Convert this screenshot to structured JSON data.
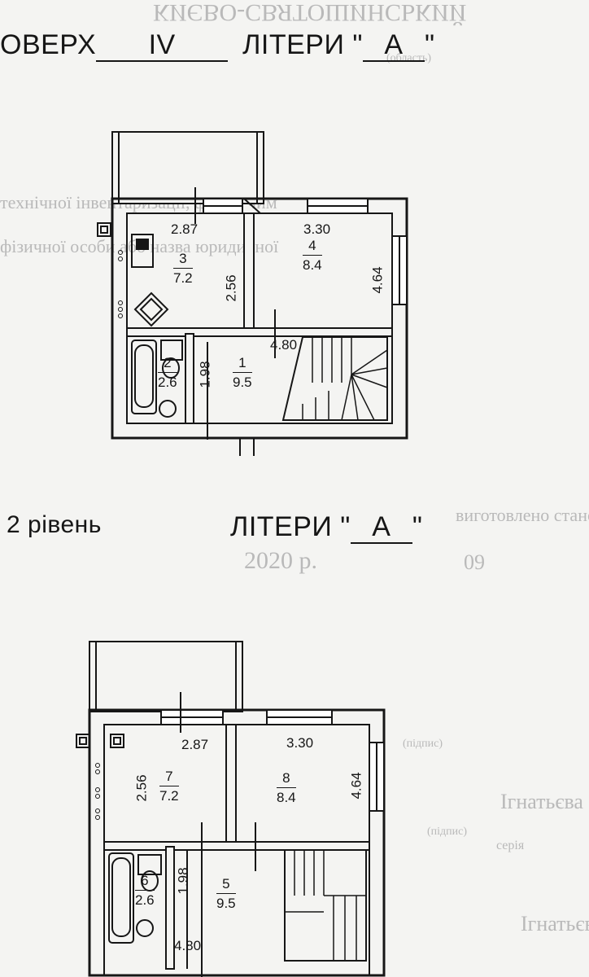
{
  "background": {
    "top_ghost": "КИЄВО-СВЯТОШИНСЬКИЙ",
    "top_ghost_sub": "(область)",
    "line1": "технічної інвентаризації, форма чим",
    "line2": "фізичної особи або назва юридичної",
    "made_label": "виготовлено станом",
    "date_day": "09",
    "date_year": "2020 р.",
    "sign1": "(підпис)",
    "sign2": "(підпис)",
    "name1": "Ігнатьєва",
    "name2": "серія",
    "name3": "Ігнатьєва"
  },
  "plan1": {
    "floor_prefix": "ОВЕРХ",
    "floor_value": "IV",
    "letter_prefix": "ЛІТЕРИ",
    "letter_value": "А",
    "rooms": [
      {
        "number": "3",
        "area": "7.2",
        "width": "2.87",
        "height": "2.56"
      },
      {
        "number": "4",
        "area": "8.4",
        "width": "3.30",
        "height": "4.64"
      },
      {
        "number": "1",
        "area": "9.5",
        "width": "4.80",
        "height": "1.98"
      },
      {
        "number": "2",
        "area": "2.6"
      }
    ]
  },
  "plan2": {
    "level_label": "2 рівень",
    "letter_prefix": "ЛІТЕРИ",
    "letter_value": "А",
    "rooms": [
      {
        "number": "7",
        "area": "7.2",
        "width": "2.87",
        "height": "2.56"
      },
      {
        "number": "8",
        "area": "8.4",
        "width": "3.30",
        "height": "4.64"
      },
      {
        "number": "5",
        "area": "9.5",
        "width": "4.80",
        "height": "1.98"
      },
      {
        "number": "6",
        "area": "2.6"
      }
    ]
  }
}
